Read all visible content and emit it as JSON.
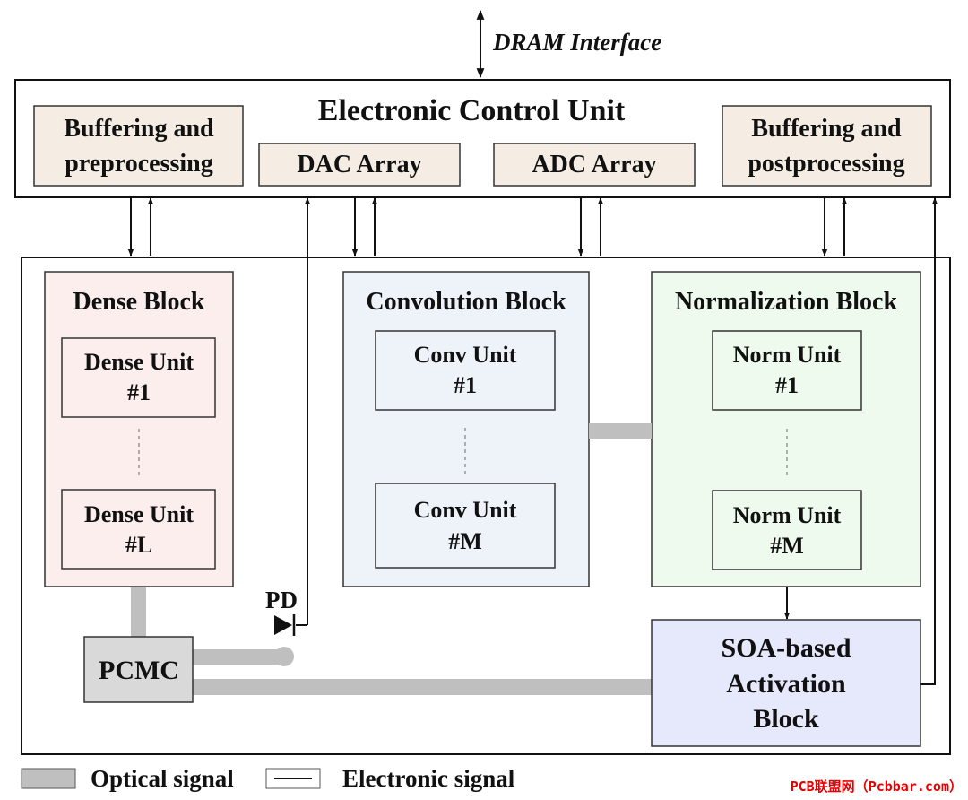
{
  "dram_interface": "DRAM Interface",
  "ecu": {
    "title": "Electronic Control Unit",
    "buffer_pre": [
      "Buffering and",
      "preprocessing"
    ],
    "dac": "DAC Array",
    "adc": "ADC Array",
    "buffer_post": [
      "Buffering and",
      "postprocessing"
    ]
  },
  "dense_block": {
    "title": "Dense Block",
    "unit_first": [
      "Dense Unit",
      "#1"
    ],
    "unit_last": [
      "Dense Unit",
      "#L"
    ]
  },
  "conv_block": {
    "title": "Convolution Block",
    "unit_first": [
      "Conv Unit",
      "#1"
    ],
    "unit_last": [
      "Conv Unit",
      "#M"
    ]
  },
  "norm_block": {
    "title": "Normalization Block",
    "unit_first": [
      "Norm Unit",
      "#1"
    ],
    "unit_last": [
      "Norm Unit",
      "#M"
    ]
  },
  "pd_label": "PD",
  "pcmc_label": "PCMC",
  "soa_block": [
    "SOA-based",
    "Activation",
    "Block"
  ],
  "legend": {
    "optical": "Optical signal",
    "electronic": "Electronic signal"
  },
  "watermark": "PCB联盟网（Pcbbar.com）",
  "colors": {
    "ecu_sub_fill": "#f5ede3",
    "dense_fill": "#fdeeee",
    "conv_fill": "#eef3fa",
    "norm_fill": "#eefaee",
    "soa_fill": "#e6e9fb",
    "pcmc_fill": "#d9d9d9",
    "optical": "#bfbfbf",
    "watermark": "#e60000"
  }
}
